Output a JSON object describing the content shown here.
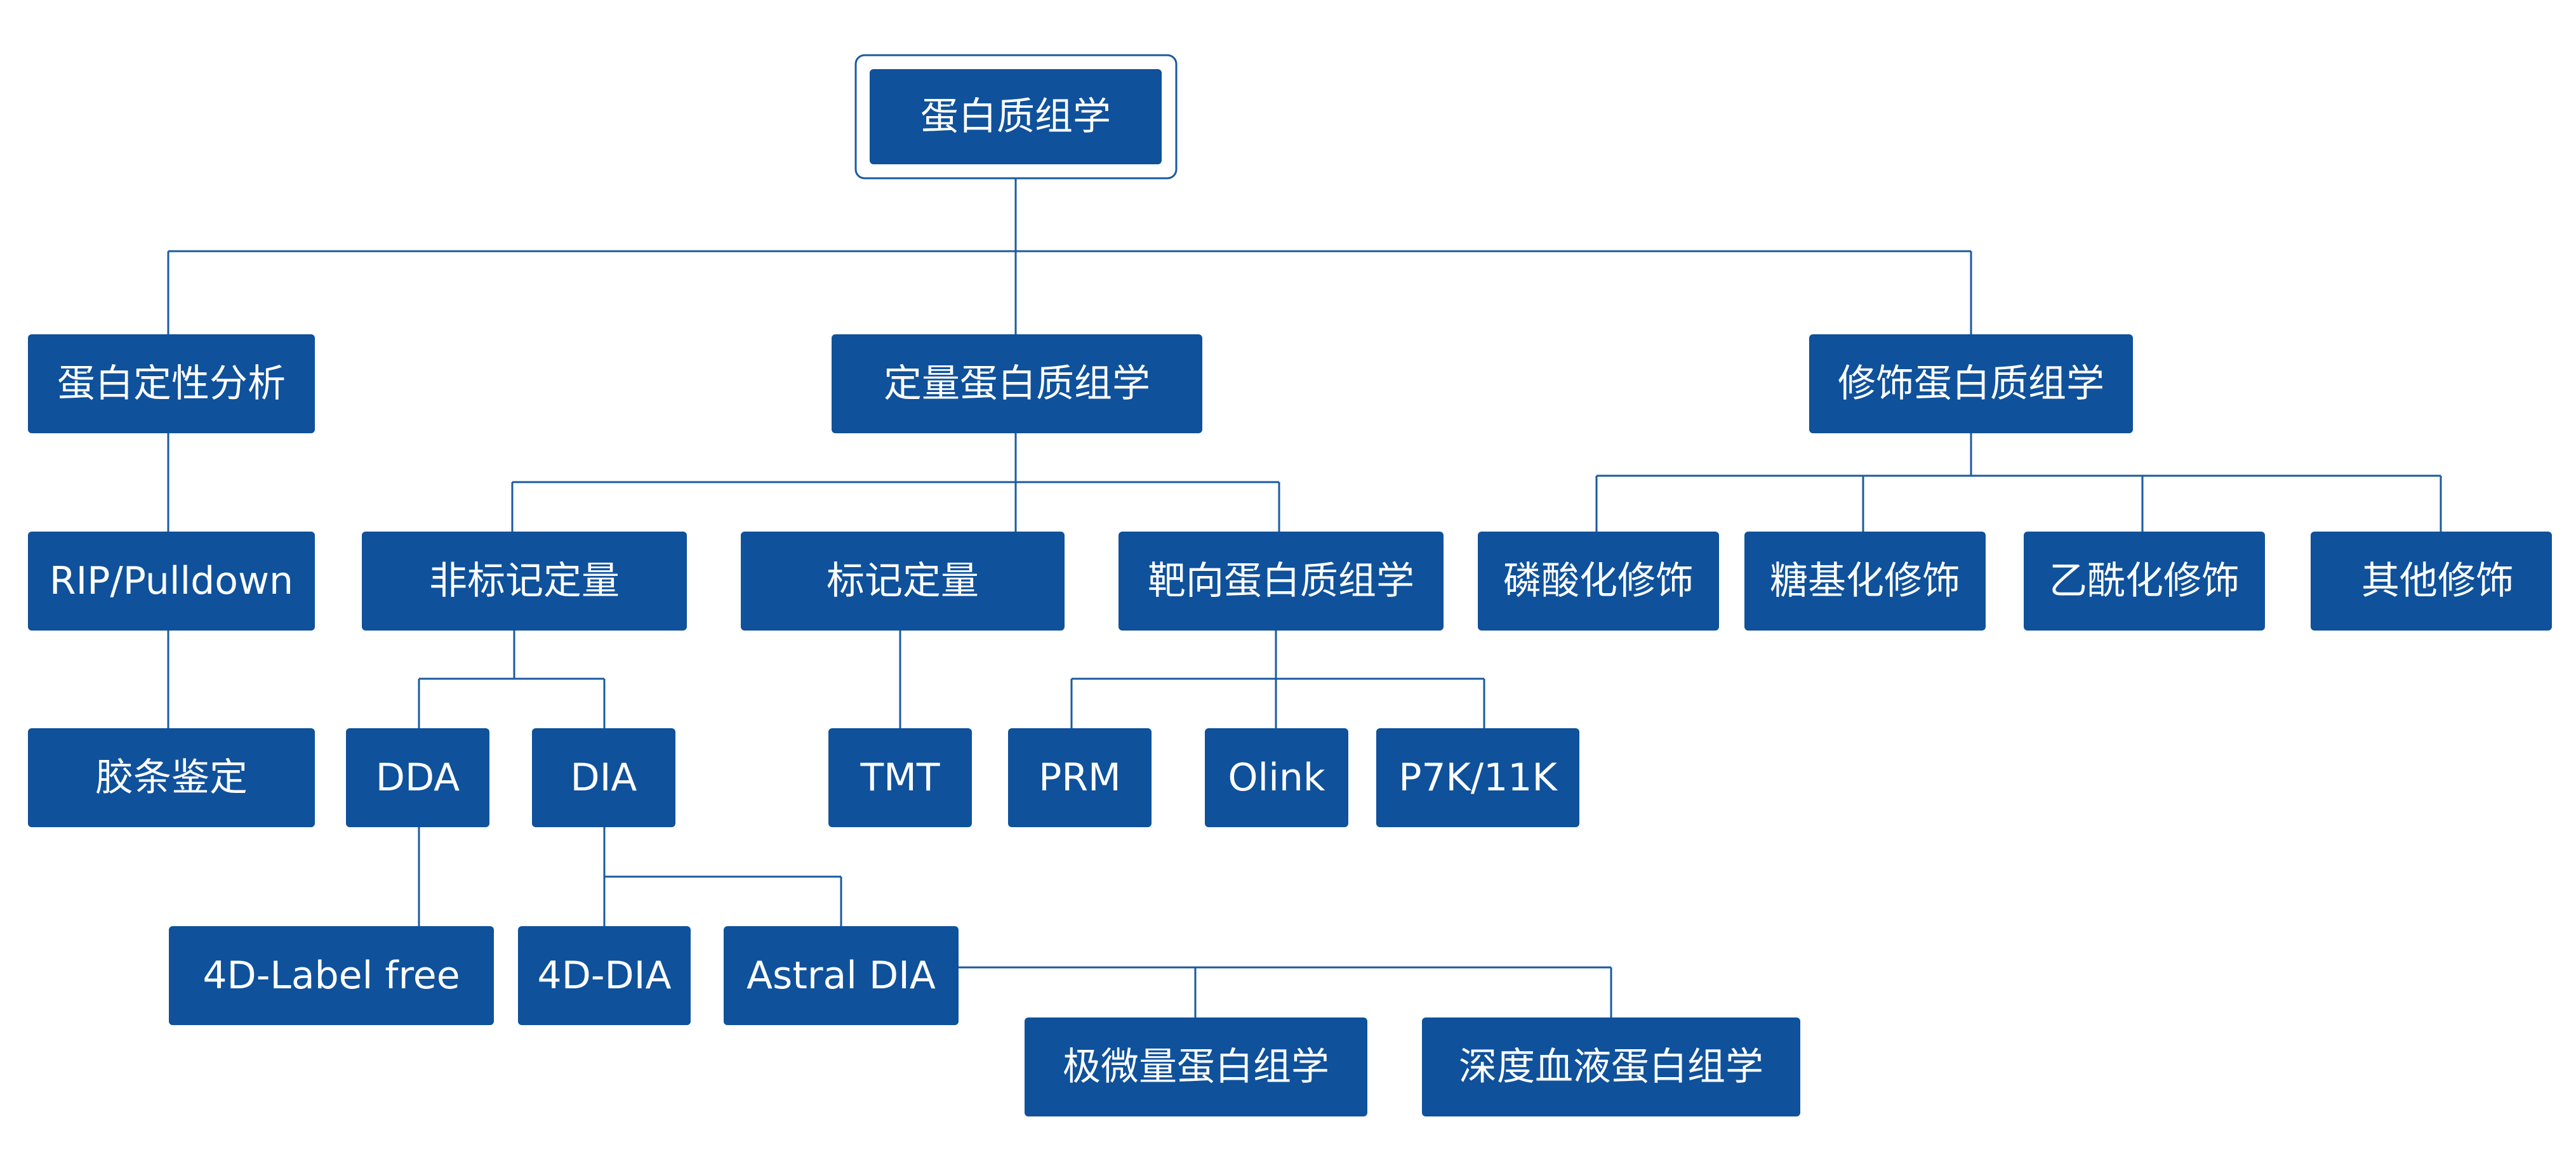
{
  "colors": {
    "node_fill": "#0f519b",
    "connector": "#1a5aa0",
    "background": "#ffffff"
  },
  "nodes": {
    "root": "蛋白质组学",
    "qualitative": "蛋白定性分析",
    "quantitative": "定量蛋白质组学",
    "modification": "修饰蛋白质组学",
    "rip_pulldown": "RIP/Pulldown",
    "gel_id": "胶条鉴定",
    "label_free": "非标记定量",
    "labeled": "标记定量",
    "targeted": "靶向蛋白质组学",
    "phospho": "磷酸化修饰",
    "glyco": "糖基化修饰",
    "acetyl": "乙酰化修饰",
    "other_mod": "其他修饰",
    "dda": "DDA",
    "dia": "DIA",
    "tmt": "TMT",
    "prm": "PRM",
    "olink": "Olink",
    "p7k": "P7K/11K",
    "lf4d": "4D-Label free",
    "dia4d": "4D-DIA",
    "astral": "Astral DIA",
    "micro": "极微量蛋白组学",
    "plasma": "深度血液蛋白组学"
  }
}
